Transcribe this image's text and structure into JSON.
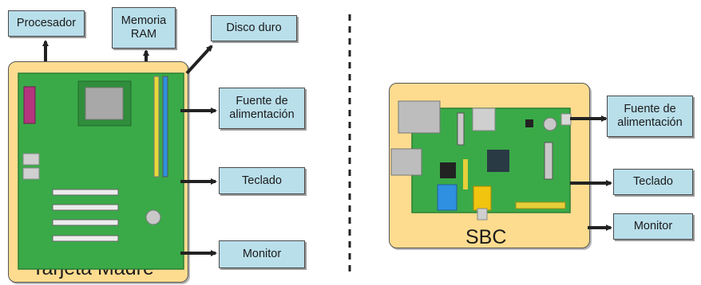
{
  "left": {
    "caption": "Tarjeta Madre",
    "labels": {
      "cpu": "Procesador",
      "ram": "Memoria\nRAM",
      "disk": "Disco duro",
      "psu": "Fuente de\nalimentación",
      "keyboard": "Teclado",
      "monitor": "Monitor"
    }
  },
  "right": {
    "caption": "SBC",
    "labels": {
      "psu": "Fuente de\nalimentación",
      "keyboard": "Teclado",
      "monitor": "Monitor"
    }
  },
  "colors": {
    "box_fill": "#b9dfeb",
    "board_bg": "#fddc8f",
    "pcb_green": "#3aaa48",
    "arrow": "#222222"
  }
}
